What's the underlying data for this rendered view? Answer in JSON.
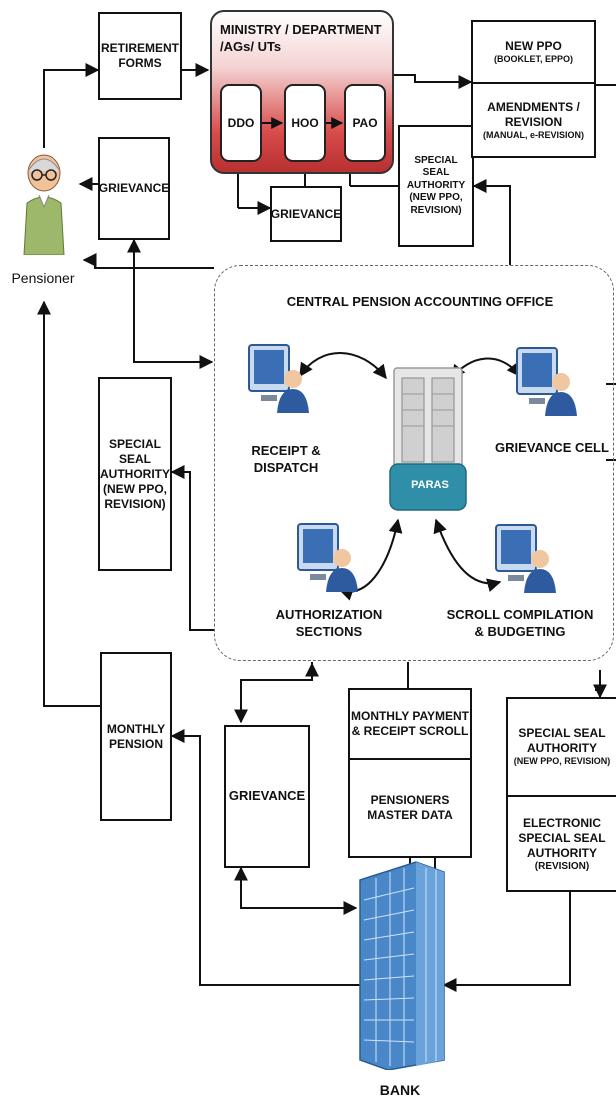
{
  "pensioner": {
    "label": "Pensioner"
  },
  "boxes": {
    "retirement_forms": "RETIREMENT\nFORMS",
    "grievance_left": "GRIEVANCE",
    "grievance_ministry": "GRIEVANCE",
    "grievance_bottom": "GRIEVANCE",
    "special_seal_top": "SPECIAL\nSEAL\nAUTHORITY\n(NEW PPO,\nREVISION)",
    "special_seal_left": "SPECIAL\nSEAL\nAUTHORITY\n(NEW PPO,\nREVISION)",
    "monthly_pension": "MONTHLY\nPENSION"
  },
  "ministry": {
    "title": "MINISTRY / DEPARTMENT\n/AGs/ UTs",
    "units": [
      "DDO",
      "HOO",
      "PAO"
    ]
  },
  "new_ppo": {
    "title": "NEW PPO",
    "title_sub": "(BOOKLET, EPPO)",
    "amend": "AMENDMENTS /\nREVISION",
    "amend_sub": "(MANUAL, e-REVISION)"
  },
  "cpao": {
    "title": "CENTRAL PENSION ACCOUNTING OFFICE",
    "receipt": "RECEIPT &\nDISPATCH",
    "grievance_cell": "GRIEVANCE CELL",
    "authorization": "AUTHORIZATION\nSECTIONS",
    "scroll": "SCROLL COMPILATION\n& BUDGETING",
    "paras": "PARAS"
  },
  "scroll_box": {
    "top": "MONTHLY PAYMENT\n& RECEIPT SCROLL",
    "bottom": "PENSIONERS\nMASTER DATA"
  },
  "ssa_right": {
    "top": "SPECIAL SEAL\nAUTHORITY",
    "top_sub": "(NEW PPO, REVISION)",
    "bottom": "ELECTRONIC\nSPECIAL SEAL\nAUTHORITY",
    "bottom_sub": "(REVISION)"
  },
  "bank": {
    "label": "BANK"
  },
  "colors": {
    "ministry_red": "#d94c4c",
    "paras_teal": "#2f8fa8",
    "monitor_blue": "#3a6fb5",
    "bank_blue": "#4a87c9"
  }
}
